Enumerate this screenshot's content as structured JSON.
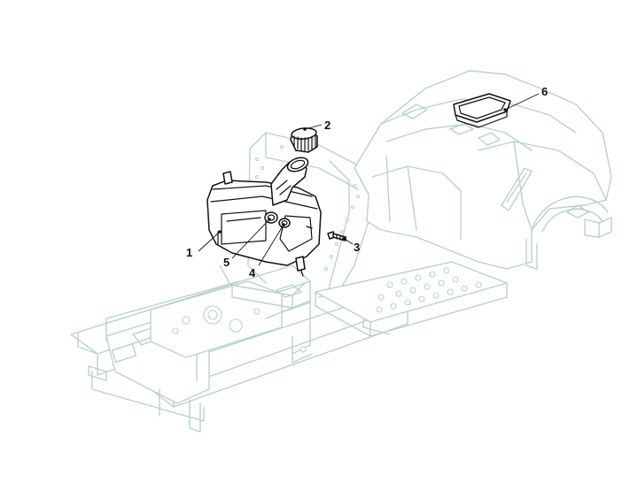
{
  "callouts": [
    {
      "id": "1",
      "label": "1"
    },
    {
      "id": "2",
      "label": "2"
    },
    {
      "id": "3",
      "label": "3"
    },
    {
      "id": "4",
      "label": "4"
    },
    {
      "id": "5",
      "label": "5"
    },
    {
      "id": "6",
      "label": "6"
    }
  ],
  "colors": {
    "frame": "#b9d2cd",
    "parts": "#111111",
    "background": "#ffffff"
  }
}
